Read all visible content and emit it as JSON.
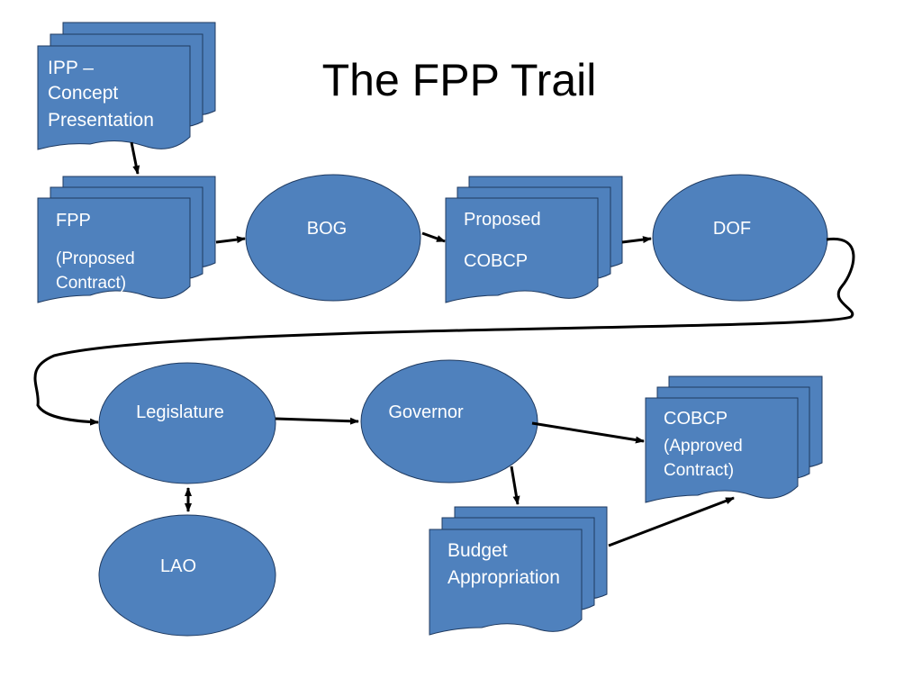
{
  "slide": {
    "title": "The FPP Trail",
    "colors": {
      "shape_fill": "#4f81bd",
      "shape_stroke": "#1f3a60",
      "arrow": "#000000",
      "text": "#ffffff"
    }
  },
  "nodes": {
    "ipp": {
      "line1": "IPP –",
      "line2": "Concept",
      "line3": "Presentation"
    },
    "fpp": {
      "line1": "FPP",
      "line2": "(Proposed",
      "line3": "Contract)"
    },
    "bog": {
      "label": "BOG"
    },
    "proposed_cobcp": {
      "line1": "Proposed",
      "line2": "COBCP"
    },
    "dof": {
      "label": "DOF"
    },
    "legislature": {
      "label": "Legislature"
    },
    "governor": {
      "label": "Governor"
    },
    "cobcp": {
      "line1": "COBCP",
      "line2": "(Approved",
      "line3": "Contract)"
    },
    "lao": {
      "label": "LAO"
    },
    "budget": {
      "line1": "Budget",
      "line2": "Appropriation"
    }
  }
}
